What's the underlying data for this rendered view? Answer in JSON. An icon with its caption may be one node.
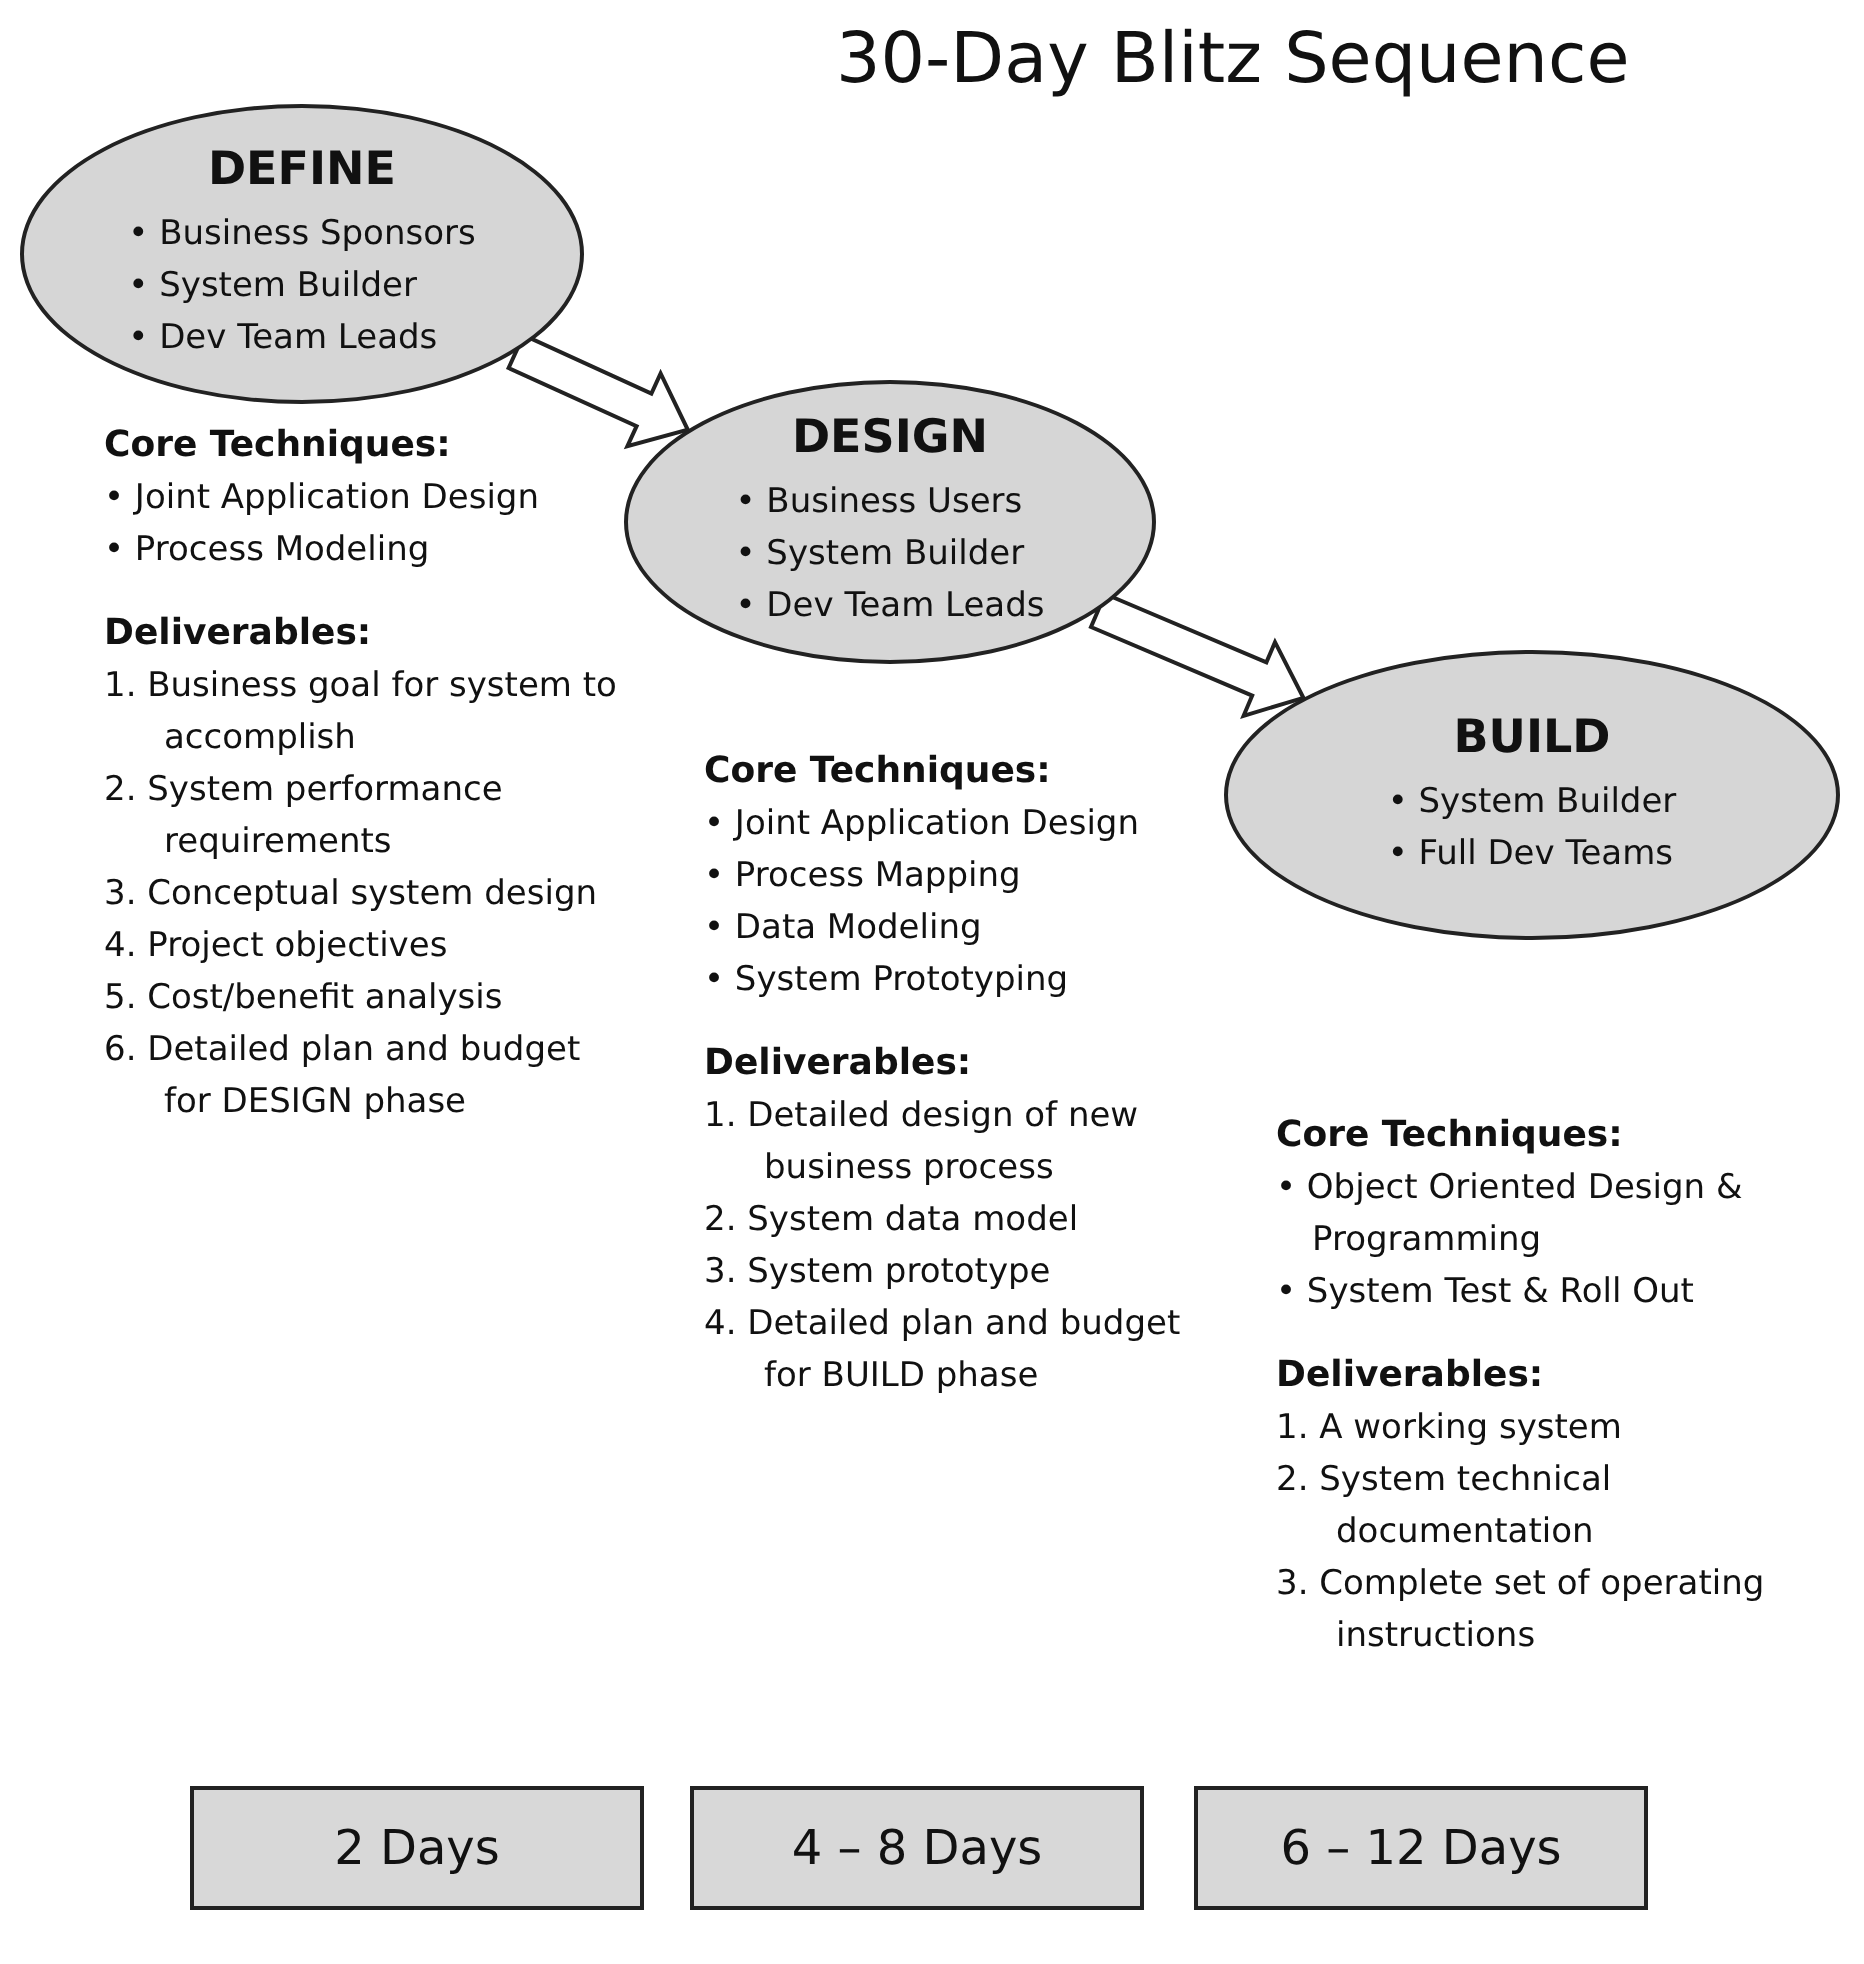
{
  "diagram": {
    "title": "30-Day Blitz Sequence",
    "nodes": [
      {
        "text": [
          "DEFINE",
          "• Business Sponsors",
          "• System Builder",
          "• Dev Team Leads"
        ]
      },
      {
        "text": [
          "DESIGN",
          "• Business Users",
          "• System Builder",
          "• Dev Team Leads"
        ]
      },
      {
        "text": [
          "BUILD",
          "• System Builder",
          "• Full Dev Teams"
        ]
      },
      {
        "text": [
          "2 Days"
        ]
      },
      {
        "text": [
          "4 – 8 Days"
        ]
      },
      {
        "text": [
          "6 – 12 Days"
        ]
      }
    ],
    "edges": [
      {
        "from": 0,
        "to": 1,
        "arrow": "to"
      },
      {
        "from": 1,
        "to": 2,
        "arrow": "to"
      }
    ],
    "labels": [
      "Core Techniques:",
      "• Joint Application Design",
      "• Process Modeling",
      "Deliverables:",
      "1. Business goal for system to accomplish",
      "2. System performance requirements",
      "3. Conceptual system design",
      "4. Project objectives",
      "5. Cost/benefit analysis",
      "6. Detailed plan and budget for DESIGN phase",
      "Core Techniques:",
      "• Joint Application Design",
      "• Process Mapping",
      "• Data Modeling",
      "• System Prototyping",
      "Deliverables:",
      "1. Detailed design of new business process",
      "2. System data model",
      "3. System prototype",
      "4. Detailed plan and budget for BUILD phase",
      "Core Techniques:",
      "• Object Oriented Design & Programming",
      "• System Test & Roll Out",
      "Deliverables:",
      "1. A working system",
      "2. System technical documentation",
      "3. Complete set of operating instructions"
    ]
  }
}
